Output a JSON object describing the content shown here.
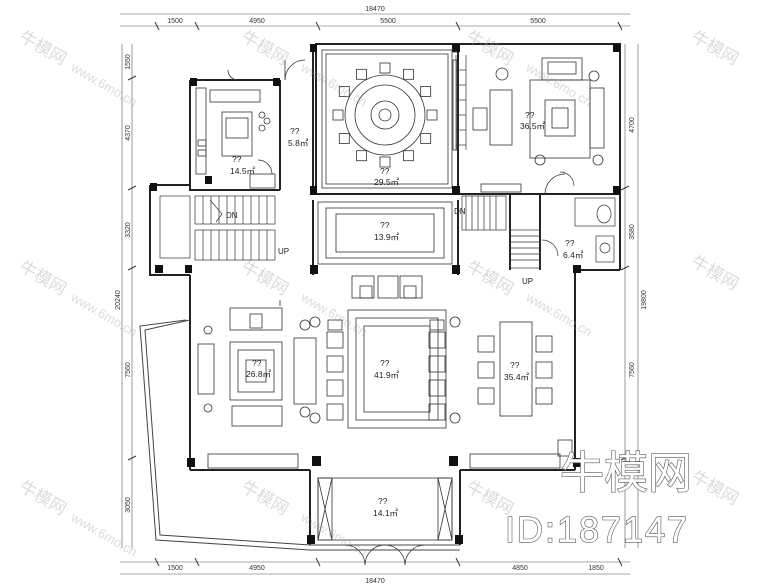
{
  "dimensions": {
    "top_total": "18470",
    "top_segments": [
      "1500",
      "4950",
      "5500",
      "5500"
    ],
    "bottom_total": "18470",
    "bottom_segments": [
      "1500",
      "4950",
      "4850",
      "1850"
    ],
    "left_segments": [
      "1550",
      "4370",
      "3320",
      "7560",
      "3050"
    ],
    "left_total": "20240",
    "right_segments": [
      "4700",
      "3580",
      "7560"
    ],
    "right_total": "19800"
  },
  "rooms": [
    {
      "code": "??",
      "area": "14.5㎡"
    },
    {
      "code": "??",
      "area": "5.8㎡"
    },
    {
      "code": "??",
      "area": "29.5㎡"
    },
    {
      "code": "??",
      "area": "36.5㎡"
    },
    {
      "code": "??",
      "area": "13.9㎡"
    },
    {
      "code": "??",
      "area": "6.4㎡"
    },
    {
      "code": "??",
      "area": "26.8㎡"
    },
    {
      "code": "??",
      "area": "41.9㎡"
    },
    {
      "code": "??",
      "area": "35.4㎡"
    },
    {
      "code": "??",
      "area": "14.1㎡"
    }
  ],
  "stair_labels": {
    "down": "DN",
    "up": "UP",
    "down2": "DN",
    "up2": "UP"
  },
  "watermark": {
    "brand": "牛模网",
    "url": "www.6mo.cn"
  },
  "brand_mark": {
    "logo": "牛模网",
    "id": "ID:187147"
  }
}
